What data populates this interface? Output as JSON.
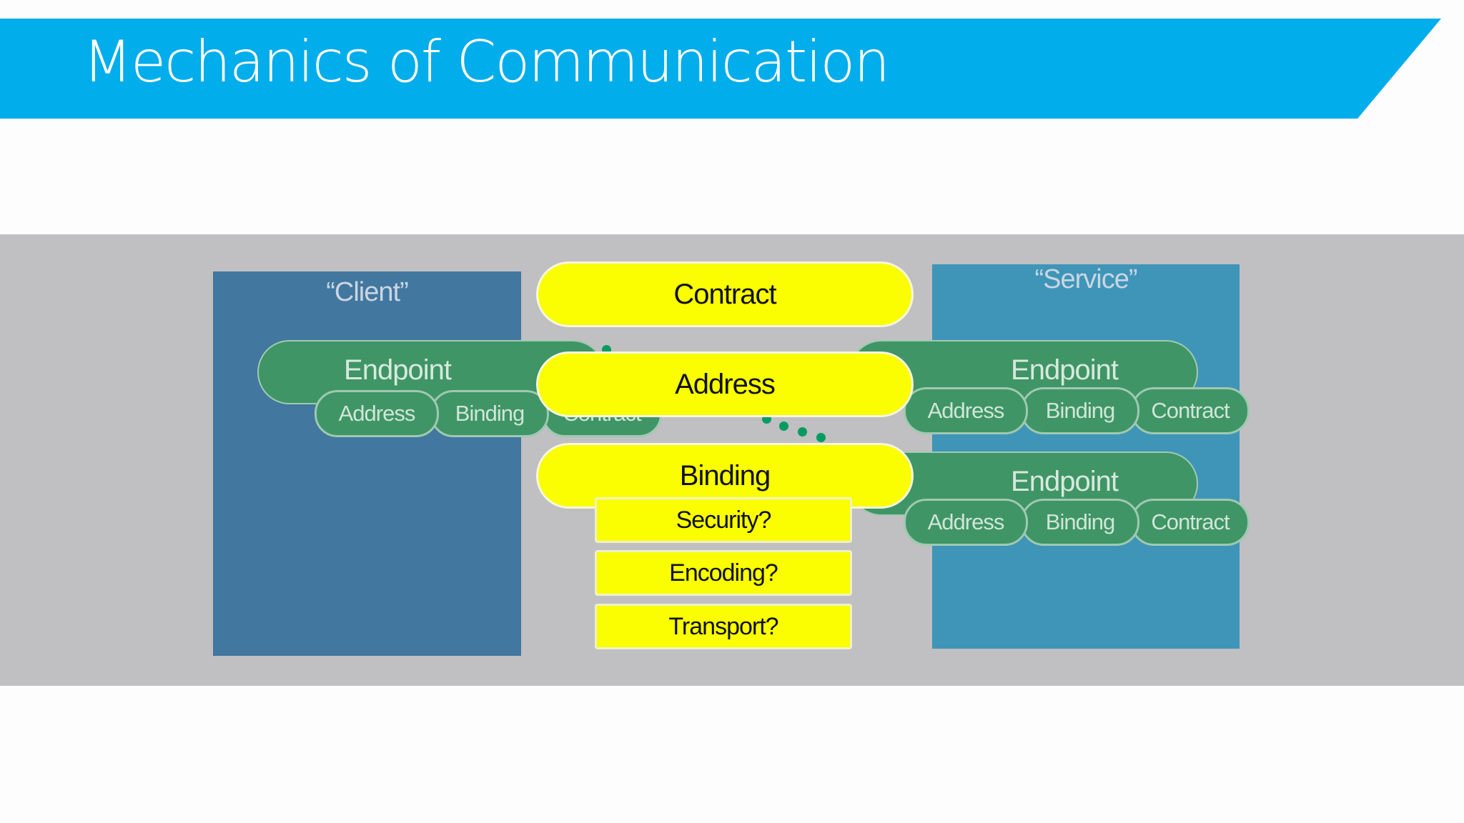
{
  "title": "Mechanics of Communication",
  "client": {
    "label": "“Client”",
    "endpoint": {
      "label": "Endpoint",
      "parts": [
        "Address",
        "Binding",
        "Contract"
      ]
    }
  },
  "service": {
    "label": "“Service”",
    "endpoints": [
      {
        "label": "Endpoint",
        "parts": [
          "Address",
          "Binding",
          "Contract"
        ]
      },
      {
        "label": "Endpoint",
        "parts": [
          "Address",
          "Binding",
          "Contract"
        ]
      }
    ]
  },
  "center": {
    "contract": "Contract",
    "address": "Address",
    "binding": "Binding",
    "binding_aspects": [
      "Security?",
      "Encoding?",
      "Transport?"
    ]
  },
  "colors": {
    "banner": "#01adeb",
    "backdrop": "#c0bfc1",
    "client_panel": "#42779f",
    "service_panel": "#3f95b8",
    "endpoint": "#3f9566",
    "highlight": "#fafe00"
  }
}
